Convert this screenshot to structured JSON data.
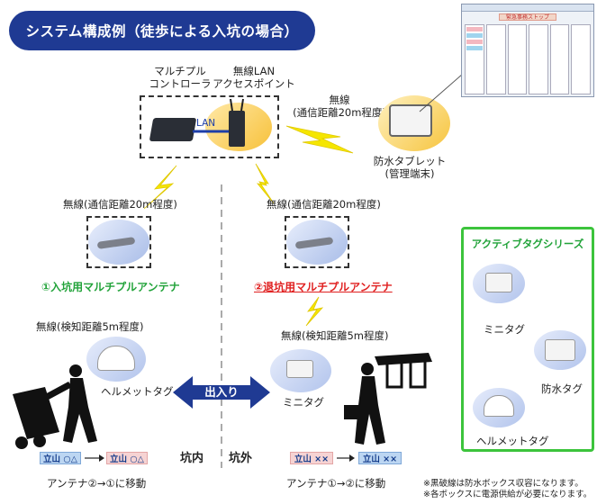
{
  "title": "システム構成例（徒歩による入坑の場合）",
  "controller_label": "マルチプル\nコントローラ",
  "ap_label": "無線LAN\nアクセスポイント",
  "lan_label": "LAN",
  "wireless_tablet_label": "無線\n(通信距離20m程度)",
  "tablet_label": "防水タブレット\n(管理端末)",
  "screen_title": "緊急事務ストップ",
  "left_antenna_wireless": "無線(通信距離20m程度)",
  "right_antenna_wireless": "無線(通信距離20m程度)",
  "entry_antenna_label": "①入坑用マルチプルアンテナ",
  "exit_antenna_label": "②退坑用マルチプルアンテナ",
  "left_detect": "無線(検知距離5m程度)",
  "right_detect": "無線(検知距離5m程度)",
  "helmet_tag_label": "ヘルメットタグ",
  "mini_tag_label": "ミニタグ",
  "in_out_label": "出入り",
  "inside_label": "坑内",
  "outside_label": "坑外",
  "left_chip_from": "立山 ○△",
  "left_chip_to": "立山 ○△",
  "right_chip_from": "立山 ××",
  "right_chip_to": "立山 ××",
  "left_move": "アンテナ②→①に移動",
  "right_move": "アンテナ①→②に移動",
  "series": {
    "title": "アクティブタグシリーズ",
    "mini": "ミニタグ",
    "waterproof": "防水タグ",
    "helmet": "ヘルメットタグ"
  },
  "notes": [
    "※黒破線は防水ボックス収容になります。",
    "※各ボックスに電源供給が必要になります。"
  ],
  "colors": {
    "title_bg": "#1f3a93",
    "lightning": "#f5e600",
    "series_border": "#3cc43c",
    "arrow": "#1f3a93"
  }
}
